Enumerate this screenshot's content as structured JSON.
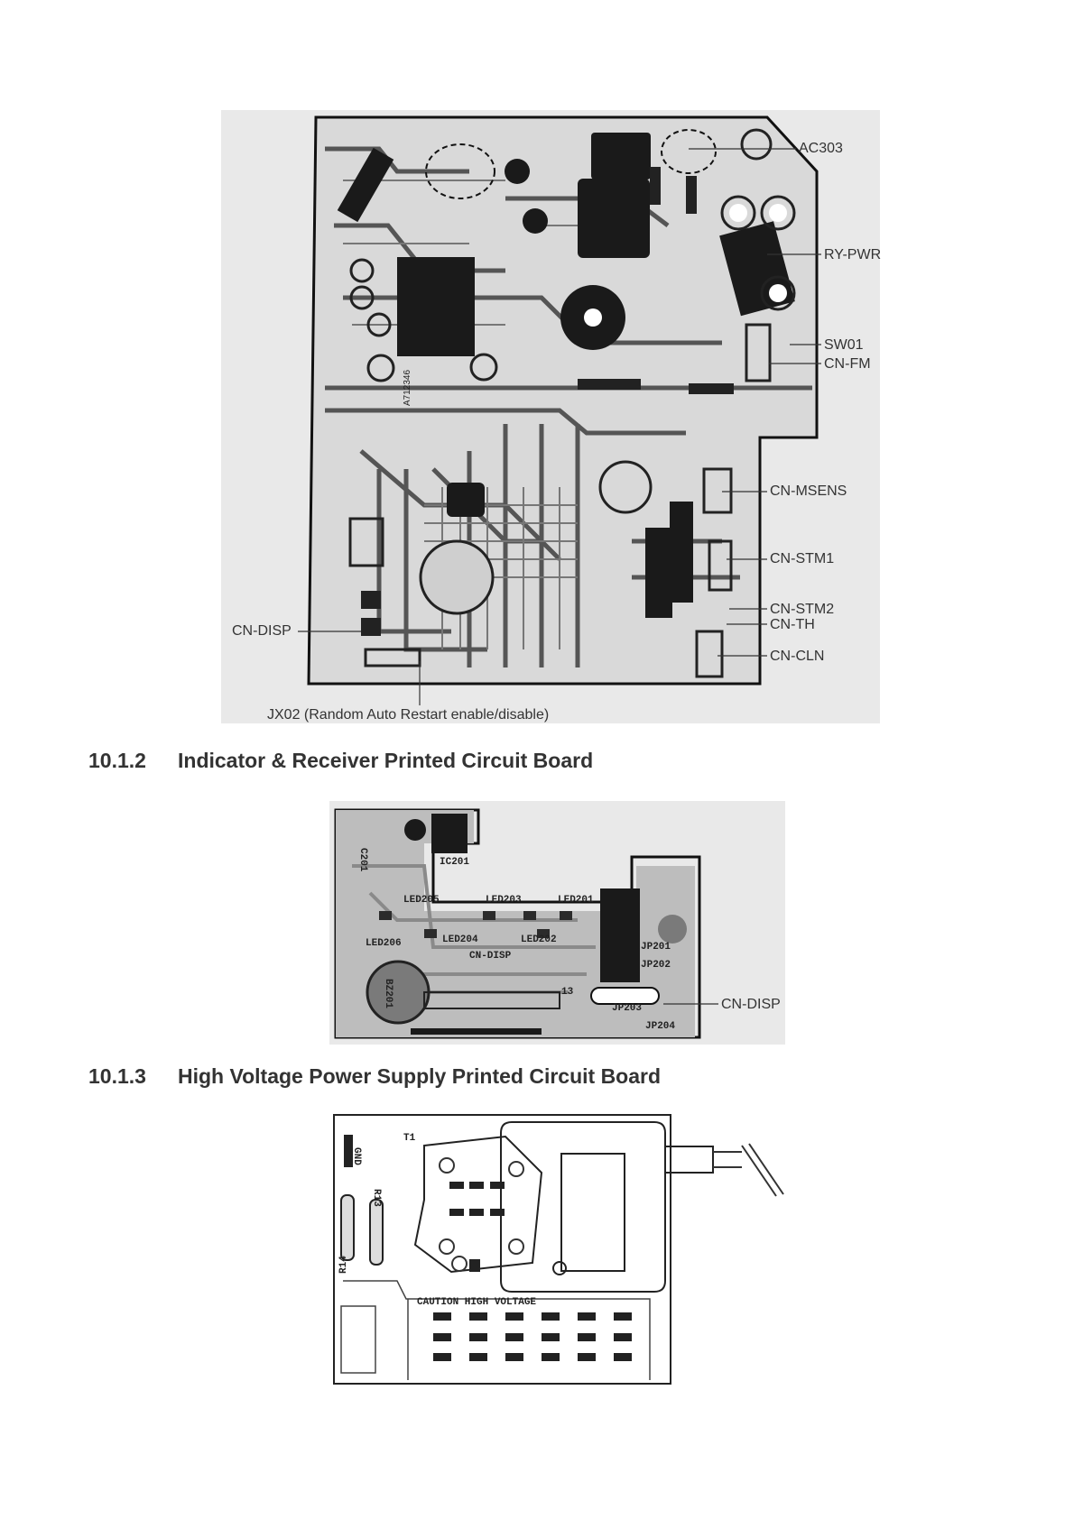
{
  "main_board": {
    "callouts": {
      "ac303": "AC303",
      "ry_pwr": "RY-PWR",
      "sw01": "SW01",
      "cn_fm": "CN-FM",
      "cn_msens": "CN-MSENS",
      "cn_stm1": "CN-STM1",
      "cn_stm2": "CN-STM2",
      "cn_th": "CN-TH",
      "cn_cln": "CN-CLN",
      "cn_disp": "CN-DISP",
      "jx02": "JX02 (Random Auto Restart enable/disable)"
    },
    "silkscreen": {
      "pcb_id": "A712346"
    }
  },
  "section_indicator": {
    "number": "10.1.2",
    "title": "Indicator & Receiver Printed Circuit Board",
    "callouts": {
      "cn_disp": "CN-DISP"
    },
    "silkscreen": {
      "ic201": "IC201",
      "led205": "LED205",
      "led203": "LED203",
      "led201": "LED201",
      "led206": "LED206",
      "led204": "LED204",
      "led202": "LED202",
      "cn_disp": "CN-DISP",
      "jp201": "JP201",
      "jp202": "JP202",
      "jp203": "JP203",
      "jp204": "JP204",
      "pin13": "13",
      "c201": "C201",
      "bz201": "BZ201"
    }
  },
  "section_hv": {
    "number": "10.1.3",
    "title": "High Voltage Power Supply Printed Circuit Board",
    "silkscreen": {
      "t1": "T1",
      "gnd": "GND",
      "r13": "R13",
      "r14": "R14",
      "caution": "CAUTION HIGH VOLTAGE"
    }
  },
  "colors": {
    "text": "#333333",
    "board_bg": "#e9e9e9",
    "trace": "#555555",
    "component": "#1a1a1a"
  }
}
